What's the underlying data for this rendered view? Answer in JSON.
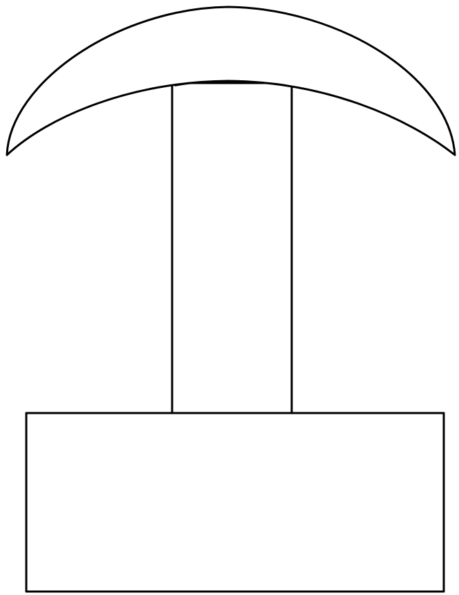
{
  "figure": {
    "description_text": "",
    "stroke_color": "#000000",
    "fill_color": "#ffffff",
    "background_color": "#ffffff",
    "parts": [
      {
        "id": "crescent-cap",
        "shape": "crescent"
      },
      {
        "id": "vertical-stem",
        "shape": "rectangle"
      },
      {
        "id": "base-block",
        "shape": "rectangle"
      }
    ]
  }
}
